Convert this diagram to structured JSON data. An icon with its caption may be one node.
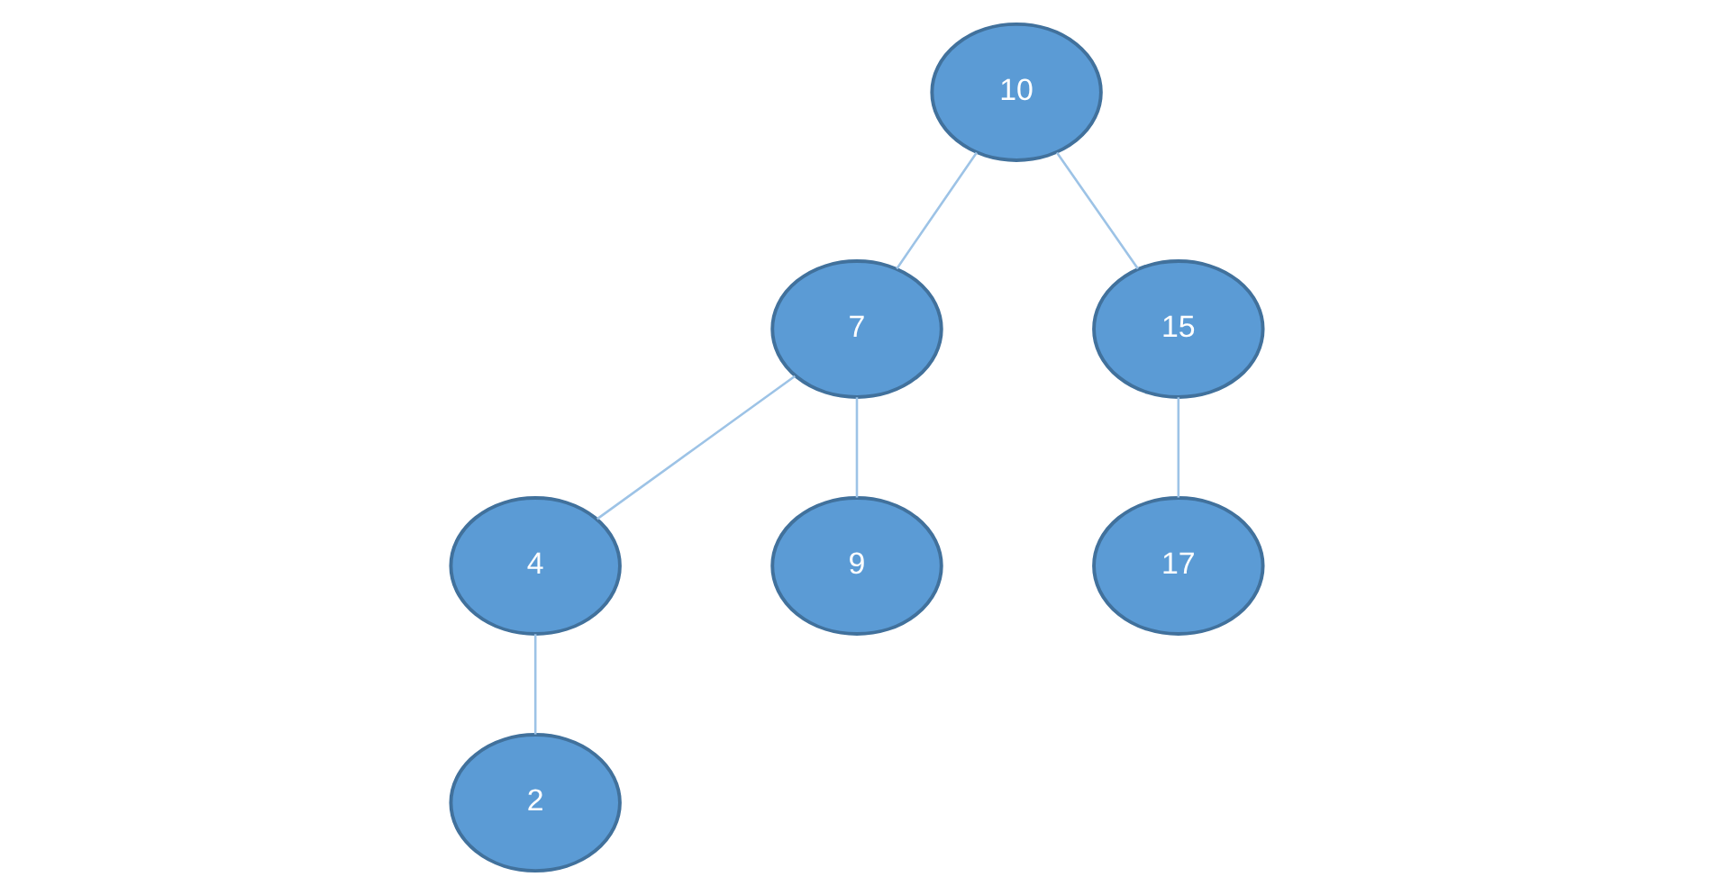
{
  "diagram": {
    "nodes": [
      {
        "text": [
          "10"
        ]
      },
      {
        "text": [
          "7"
        ]
      },
      {
        "text": [
          "15"
        ]
      },
      {
        "text": [
          "17"
        ]
      },
      {
        "text": [
          "4"
        ]
      },
      {
        "text": [
          "9"
        ]
      },
      {
        "text": [
          "2"
        ]
      }
    ],
    "edges": [
      {
        "from": 0,
        "to": 1,
        "arrow": "none"
      },
      {
        "from": 0,
        "to": 2,
        "arrow": "none"
      },
      {
        "from": 2,
        "to": 3,
        "arrow": "none"
      },
      {
        "from": 1,
        "to": 4,
        "arrow": "none"
      },
      {
        "from": 1,
        "to": 5,
        "arrow": "none"
      },
      {
        "from": 4,
        "to": 6,
        "arrow": "none"
      }
    ]
  }
}
